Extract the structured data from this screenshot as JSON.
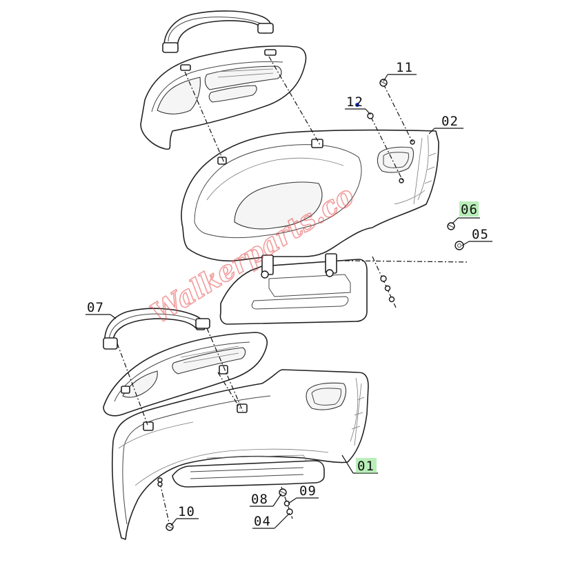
{
  "callouts": [
    {
      "id": "11",
      "text": "11"
    },
    {
      "id": "12",
      "text": "12"
    },
    {
      "id": "02",
      "text": "02"
    },
    {
      "id": "06",
      "text": "06"
    },
    {
      "id": "05",
      "text": "05"
    },
    {
      "id": "07",
      "text": "07"
    },
    {
      "id": "01",
      "text": "01"
    },
    {
      "id": "08",
      "text": "08"
    },
    {
      "id": "09",
      "text": "09"
    },
    {
      "id": "04",
      "text": "04"
    },
    {
      "id": "10",
      "text": "10"
    }
  ],
  "highlights": {
    "06": "#7fe07f",
    "01": "#7fe07f",
    "12_dot": "#1a3cff"
  },
  "watermark": "Walkerparts.co"
}
